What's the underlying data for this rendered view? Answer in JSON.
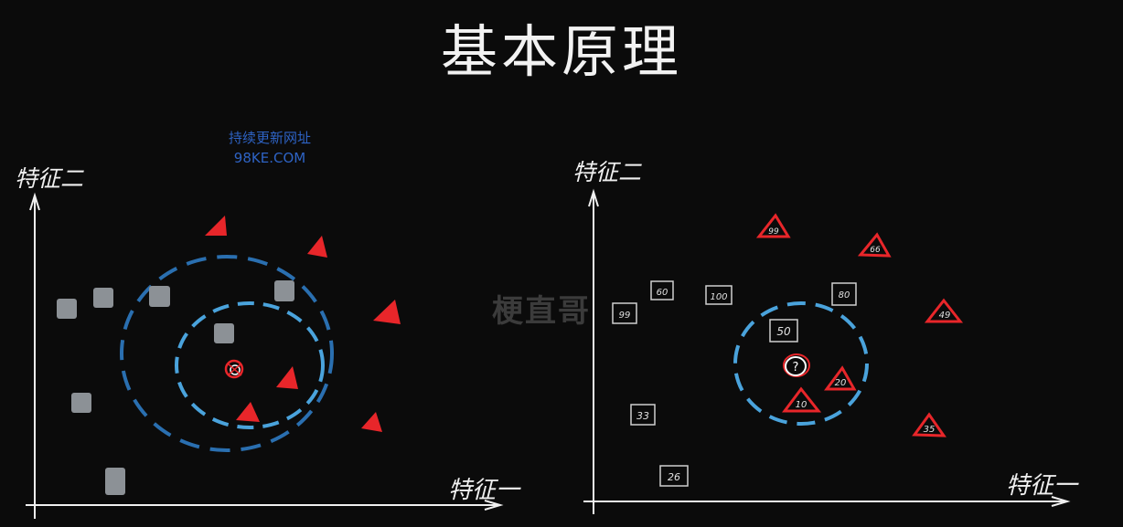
{
  "slide": {
    "title": "基本原理",
    "watermark_blue": [
      "持续更新网址",
      "98KE.COM"
    ],
    "watermark_center": "梗直哥"
  },
  "colors": {
    "background": "#0b0b0b",
    "axis": "#f0f0f0",
    "square": "#8c9196",
    "triangle": "#e8262a",
    "outer_circle": "#2a6fb0",
    "inner_circle": "#4aa3dc",
    "label_box": "#cfcfcf"
  },
  "left_panel": {
    "y_axis_label": "特征二",
    "x_axis_label": "特征一",
    "query_marker": "red-circled-point"
  },
  "right_panel": {
    "y_axis_label": "特征二",
    "x_axis_label": "特征一",
    "query_label": "?",
    "squares": [
      "60",
      "100",
      "99",
      "80",
      "50",
      "33",
      "26"
    ],
    "triangles": [
      "99",
      "66",
      "49",
      "20",
      "10",
      "35"
    ]
  }
}
